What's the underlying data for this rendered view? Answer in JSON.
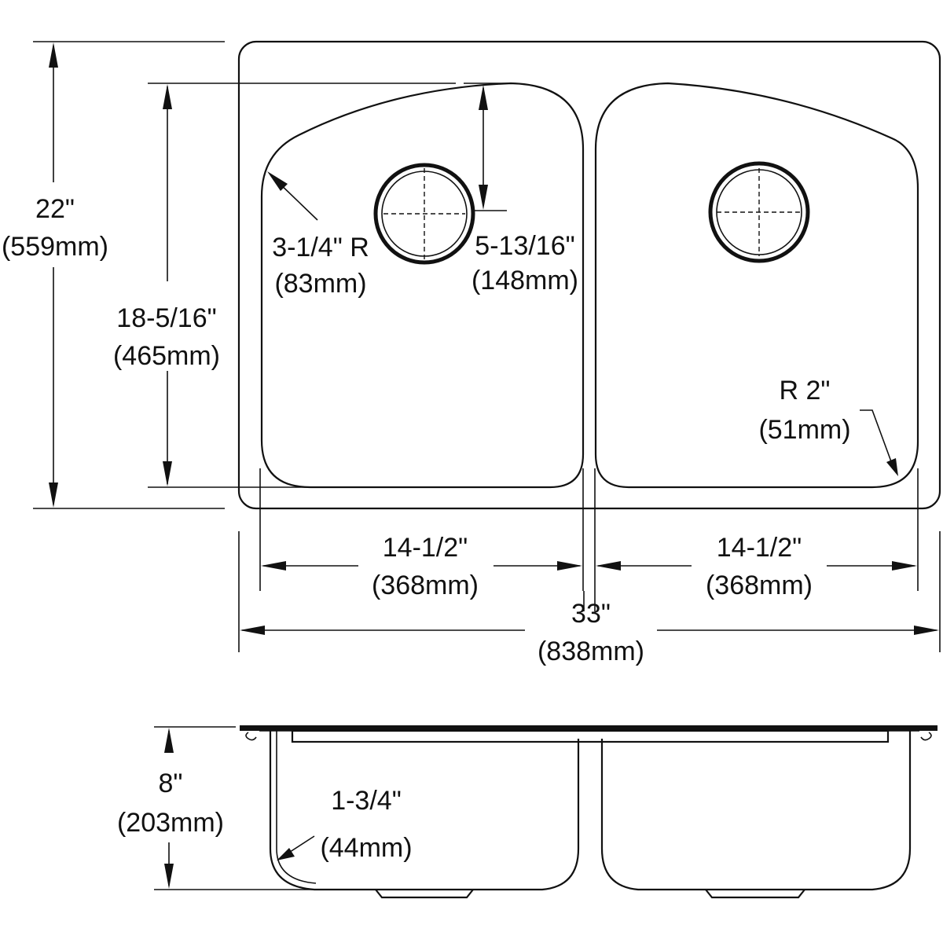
{
  "plan_view": {
    "overall_width": {
      "imperial": "33\"",
      "metric": "(838mm)"
    },
    "overall_depth": {
      "imperial": "22\"",
      "metric": "(559mm)"
    },
    "bowl_depth": {
      "imperial": "18-5/16\"",
      "metric": "(465mm)"
    },
    "left_bowl_width": {
      "imperial": "14-1/2\"",
      "metric": "(368mm)"
    },
    "right_bowl_width": {
      "imperial": "14-1/2\"",
      "metric": "(368mm)"
    },
    "corner_radius_large": {
      "imperial": "3-1/4\" R",
      "metric": "(83mm)"
    },
    "drain_offset": {
      "imperial": "5-13/16\"",
      "metric": "(148mm)"
    },
    "corner_radius_small": {
      "imperial": "R 2\"",
      "metric": "(51mm)"
    }
  },
  "side_view": {
    "bowl_height": {
      "imperial": "8\"",
      "metric": "(203mm)"
    },
    "bottom_radius": {
      "imperial": "1-3/4\"",
      "metric": "(44mm)"
    }
  }
}
